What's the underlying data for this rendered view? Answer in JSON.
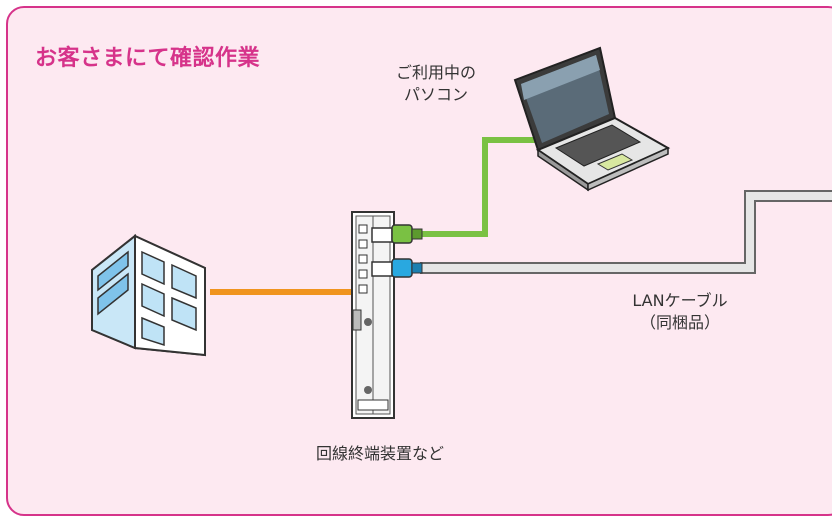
{
  "title": "お客さまにて確認作業",
  "pc_label": [
    "ご利用中の",
    "パソコン"
  ],
  "lan_label": [
    "LANケーブル",
    "（同梱品）"
  ],
  "ont_label": "回線終端装置など",
  "colors": {
    "accent": "#d6338a",
    "panel_bg": "#fde9f1",
    "fiber": "#f0941e",
    "green_cable": "#7ac143",
    "blue_cable": "#29a8e0",
    "lan_cable": "#d9d9d9"
  },
  "icons": [
    "building-icon",
    "laptop-icon",
    "ont-device-icon"
  ]
}
